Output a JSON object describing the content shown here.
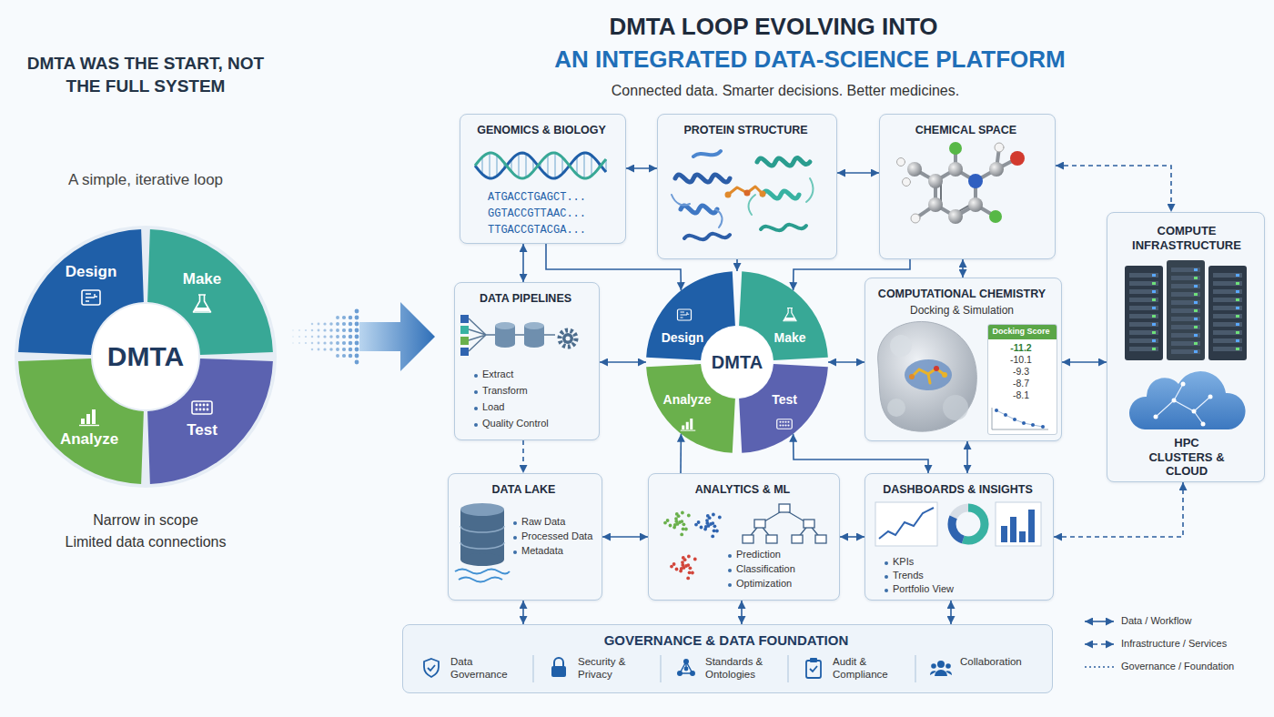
{
  "diagram": {
    "title": "DMTA LOOP EVOLVING INTO",
    "nodes": [
      {
        "text": [
          "DMTA"
        ]
      },
      {
        "text": [
          "Design"
        ],
        "in": 0
      },
      {
        "text": [
          "Make"
        ],
        "in": 0
      },
      {
        "text": [
          "Analyze"
        ],
        "in": 0
      },
      {
        "text": [
          "Test"
        ],
        "in": 0
      },
      {
        "text": [
          "GENOMICS & BIOLOGY",
          "ATGACCTGAGCT...",
          "GGTACCGTTAAC...",
          "TTGACCGTACGA..."
        ]
      },
      {
        "text": [
          "PROTEIN STRUCTURE"
        ]
      },
      {
        "text": [
          "CHEMICAL SPACE"
        ]
      },
      {
        "text": [
          "DATA PIPELINES",
          "Extract",
          "Transform",
          "Load",
          "Quality Control"
        ]
      },
      {
        "text": [
          "DMTA"
        ]
      },
      {
        "text": [
          "Design"
        ],
        "in": 9
      },
      {
        "text": [
          "Make"
        ],
        "in": 9
      },
      {
        "text": [
          "Analyze"
        ],
        "in": 9
      },
      {
        "text": [
          "Test"
        ],
        "in": 9
      },
      {
        "text": [
          "COMPUTATIONAL CHEMISTRY",
          "Docking & Simulation"
        ]
      },
      {
        "text": [
          "Docking Score",
          "-11.2",
          "-10.1",
          "-9.3",
          "-8.7",
          "-8.1"
        ],
        "in": 14
      },
      {
        "text": [
          "COMPUTE INFRASTRUCTURE",
          "HPC CLUSTERS & CLOUD"
        ]
      },
      {
        "text": [
          "DATA LAKE",
          "Raw Data",
          "Processed Data",
          "Metadata"
        ]
      },
      {
        "text": [
          "ANALYTICS & ML",
          "Prediction",
          "Classification",
          "Optimization"
        ]
      },
      {
        "text": [
          "DASHBOARDS & INSIGHTS",
          "KPIs",
          "Trends",
          "Portfolio View"
        ]
      },
      {
        "text": [
          "GOVERNANCE & DATA FOUNDATION",
          "Data Governance",
          "Security & Privacy",
          "Standards & Ontologies",
          "Audit & Compliance",
          "Collaboration"
        ]
      }
    ],
    "edges": [
      {
        "from": 5,
        "to": 6,
        "arrow": "both"
      },
      {
        "from": 6,
        "to": 7,
        "arrow": "both"
      },
      {
        "from": 7,
        "to": 16,
        "arrow": "both"
      },
      {
        "from": 5,
        "to": 9,
        "arrow": "to"
      },
      {
        "from": 6,
        "to": 9,
        "arrow": "to"
      },
      {
        "from": 7,
        "to": 9,
        "arrow": "to"
      },
      {
        "from": 5,
        "to": 8,
        "arrow": "both"
      },
      {
        "from": 7,
        "to": 14,
        "arrow": "both"
      },
      {
        "from": 8,
        "to": 9,
        "arrow": "both"
      },
      {
        "from": 9,
        "to": 14,
        "arrow": "both"
      },
      {
        "from": 14,
        "to": 16,
        "arrow": "both"
      },
      {
        "from": 8,
        "to": 17,
        "arrow": "to"
      },
      {
        "from": 17,
        "to": 18,
        "arrow": "both"
      },
      {
        "from": 18,
        "to": 19,
        "arrow": "both"
      },
      {
        "from": 18,
        "to": 9,
        "arrow": "to"
      },
      {
        "from": 9,
        "to": 19,
        "arrow": "both"
      },
      {
        "from": 14,
        "to": 19,
        "arrow": "both"
      },
      {
        "from": 19,
        "to": 16,
        "arrow": "both"
      },
      {
        "from": 17,
        "to": 20,
        "arrow": "both"
      },
      {
        "from": 18,
        "to": 20,
        "arrow": "both"
      },
      {
        "from": 19,
        "to": 20,
        "arrow": "both"
      }
    ],
    "labels": [
      "DMTA WAS THE START, NOT THE FULL SYSTEM",
      "A simple, iterative loop",
      "Narrow in scope",
      "Limited data connections",
      "AN INTEGRATED DATA-SCIENCE PLATFORM",
      "Connected data. Smarter decisions. Better medicines."
    ],
    "legend": [
      {
        "text": "Data / Workflow"
      },
      {
        "text": "Infrastructure / Services"
      },
      {
        "text": "Governance / Foundation"
      }
    ]
  }
}
